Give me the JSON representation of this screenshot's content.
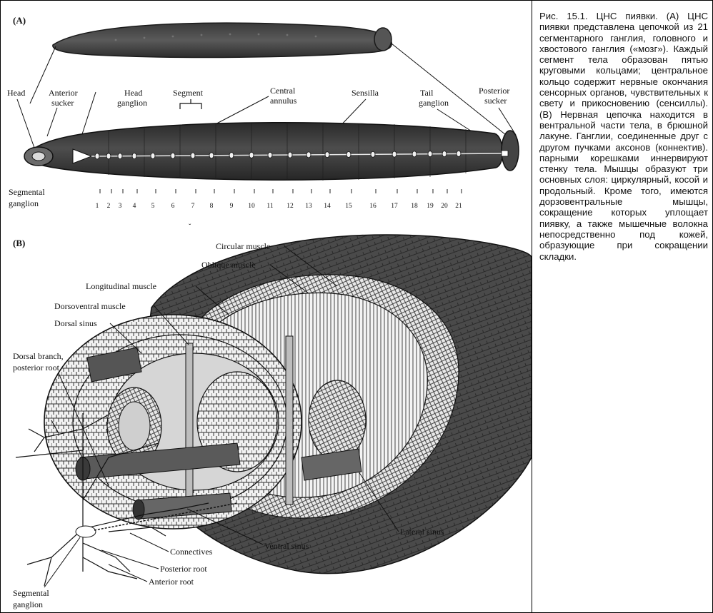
{
  "figure": {
    "panel_a": {
      "letter": "(A)",
      "labels": {
        "head": "Head",
        "anterior_sucker": [
          "Anterior",
          "sucker"
        ],
        "head_ganglion": [
          "Head",
          "ganglion"
        ],
        "segment": "Segment",
        "central_annulus": [
          "Central",
          "annulus"
        ],
        "sensilla": "Sensilla",
        "tail_ganglion": [
          "Tail",
          "ganglion"
        ],
        "posterior_sucker": [
          "Posterior",
          "sucker"
        ],
        "segmental_ganglion": [
          "Segmental",
          "ganglion"
        ]
      },
      "segment_numbers": [
        "1",
        "2",
        "3",
        "4",
        "5",
        "6",
        "7",
        "8",
        "9",
        "10",
        "11",
        "12",
        "13",
        "14",
        "15",
        "16",
        "17",
        "18",
        "19",
        "20",
        "21"
      ]
    },
    "panel_b": {
      "letter": "(B)",
      "labels": {
        "circular_muscle": "Circular muscle",
        "oblique_muscle": "Oblique muscle",
        "longitudinal_muscle": "Longitudinal muscle",
        "dorsoventral_muscle": "Dorsoventral muscle",
        "dorsal_sinus": "Dorsal sinus",
        "dorsal_branch": [
          "Dorsal branch,",
          "posterior root"
        ],
        "connectives": "Connectives",
        "posterior_root": "Posterior root",
        "anterior_root": "Anterior root",
        "ventral_sinus": "Ventral sinus",
        "lateral_sinus": "Lateral sinus",
        "segmental_ganglion": [
          "Segmental",
          "ganglion"
        ]
      }
    }
  },
  "caption": "Рис. 15.1. ЦНС пиявки. (А) ЦНС пиявки представлена цепочкой из 21 сегментарного ганглия, головного и хвостового ганглия («мозг»). Каждый сегмент тела образован пятью круговыми кольцами; центральное кольцо содержит нервные окончания сенсорных органов, чувствительных к свету и прикосновению (сенсиллы). (В) Нервная цепочка находится в вентральной части тела, в брюшной лакуне. Ганглии, соединенные друг с другом пучками аксонов (коннектив). парными корешками иннервируют стенку тела. Мышцы образуют три основных слоя: циркулярный, косой и продольный. Кроме того, имеются дорзовентральные мышцы, сокращение которых уплощает пиявку, а также мышечные волокна непосредственно под кожей, образующие при сокращении складки."
}
